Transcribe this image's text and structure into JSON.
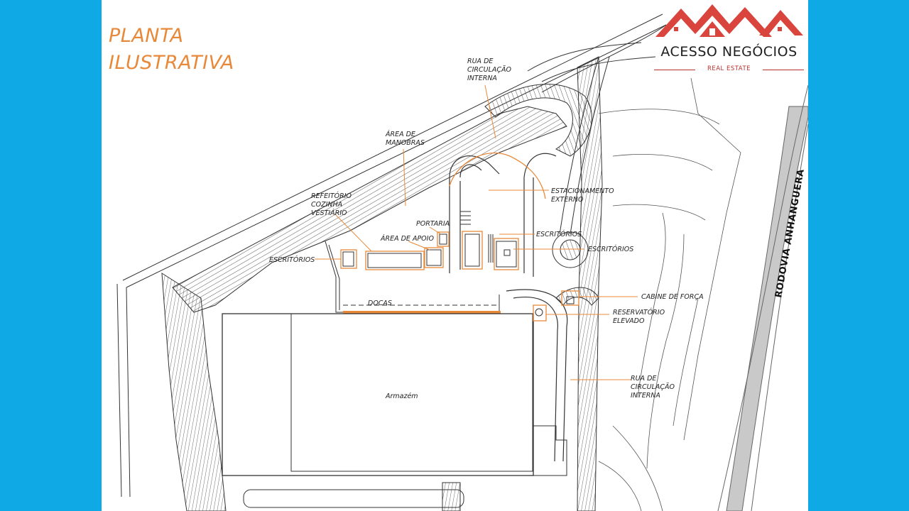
{
  "title": {
    "line1": "PLANTA",
    "line2": "ILUSTRATIVA"
  },
  "logo": {
    "name": "ACESSO NEGÓCIOS",
    "subtitle": "REAL ESTATE",
    "color": "#d9443c"
  },
  "labels": {
    "rua_top_1": "RUA DE",
    "rua_top_2": "CIRCULAÇÃO",
    "rua_top_3": "INTERNA",
    "manobras_1": "ÁREA DE",
    "manobras_2": "MANOBRAS",
    "refeitorio_1": "REFEITÓRIO",
    "refeitorio_2": "COZINHA",
    "refeitorio_3": "VESTIÁRIO",
    "portaria": "PORTARIA",
    "apoio": "ÁREA DE APOIO",
    "escritorios_left": "ESCRITÓRIOS",
    "estacionamento_1": "ESTACIONAMENTO",
    "estacionamento_2": "EXTERNO",
    "escritorios_mid": "ESCRITÓRIOS",
    "escritorios_right": "ESCRITÓRIOS",
    "cabine": "CABINE DE FORÇA",
    "reservatorio_1": "RESERVATÓRIO",
    "reservatorio_2": "ELEVADO",
    "docas": "DOCAS",
    "rua_bottom_1": "RUA DE",
    "rua_bottom_2": "CIRCULAÇÃO",
    "rua_bottom_3": "INTERNA",
    "armazem": "Armazém",
    "rodovia": "RODOVIA ANHANGUERA"
  },
  "colors": {
    "frame": "#0fa9e6",
    "accent_orange": "#e8893a",
    "line": "#333333"
  }
}
